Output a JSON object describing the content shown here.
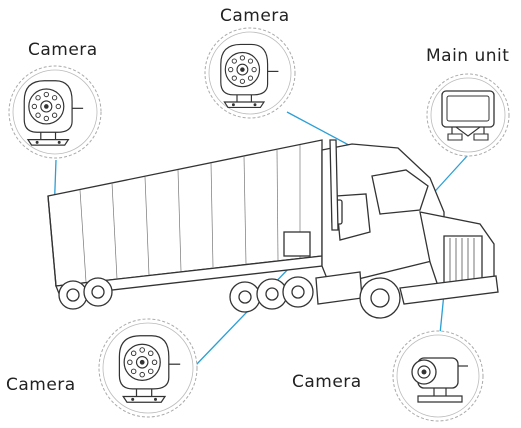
{
  "labels": {
    "camera_top": "Camera",
    "camera_left": "Camera",
    "main_unit": "Main unit",
    "camera_bottom_left": "Camera",
    "camera_bottom_right": "Camera"
  },
  "colors": {
    "connector_line": "#2a9fd6",
    "line_art": "#333333",
    "bubble_border": "#aaaaaa"
  },
  "icons": [
    "truck-illustration",
    "camera-icon",
    "main-unit-monitor-icon",
    "bullet-camera-icon"
  ]
}
